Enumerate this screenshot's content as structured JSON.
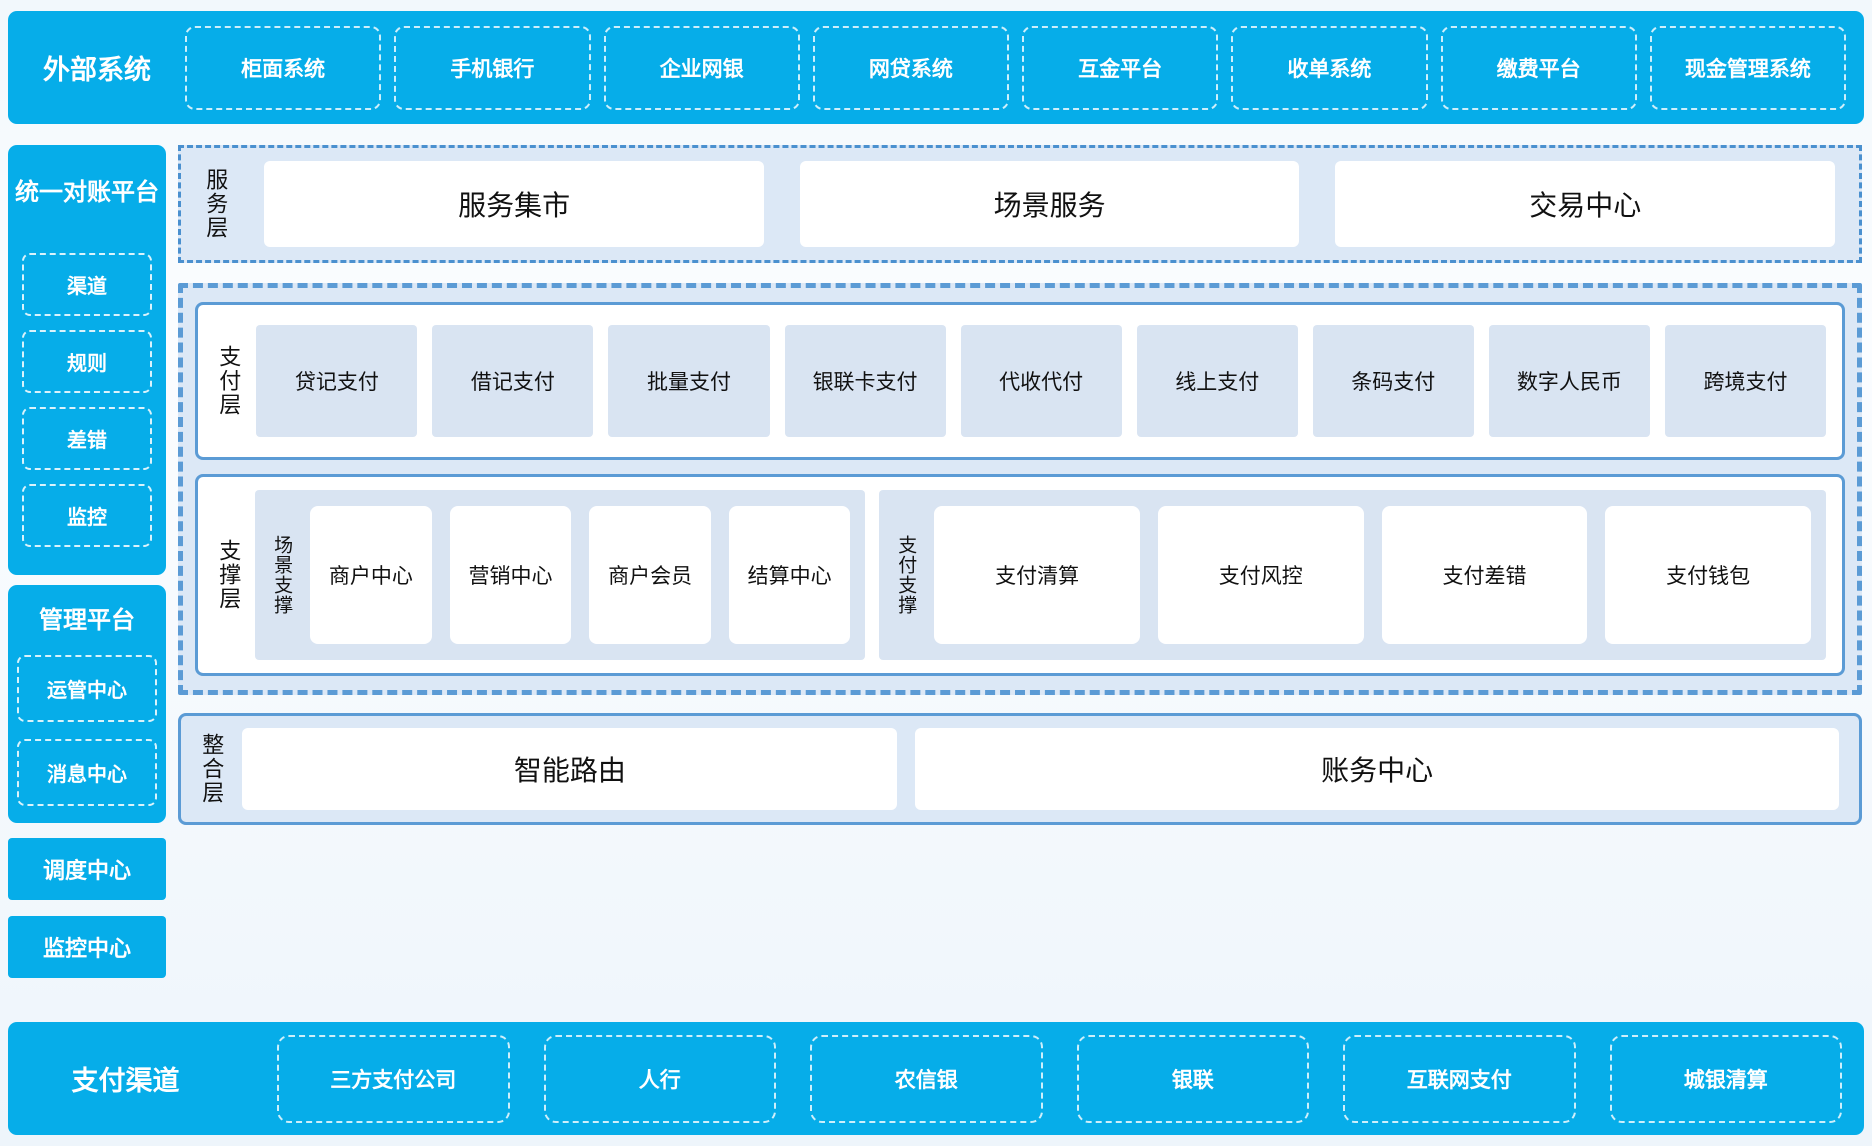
{
  "colors": {
    "accent_blue": "#06ade9",
    "border_blue": "#5b9bd5",
    "dashdot_blue": "#4a90cf",
    "layer_bg": "#dce8f6",
    "tile_bg": "#d9e4f2"
  },
  "external_systems": {
    "label": "外部系统",
    "items": [
      "柜面系统",
      "手机银行",
      "企业网银",
      "网贷系统",
      "互金平台",
      "收单系统",
      "缴费平台",
      "现金管理系统"
    ]
  },
  "sidebar": {
    "reconciliation": {
      "title": "统一对账平台",
      "items": [
        "渠道",
        "规则",
        "差错",
        "监控"
      ]
    },
    "management": {
      "title": "管理平台",
      "items": [
        "运管中心",
        "消息中心"
      ]
    },
    "scheduling_center": "调度中心",
    "monitoring_center": "监控中心"
  },
  "service_layer": {
    "label": "服务层",
    "items": [
      "服务集市",
      "场景服务",
      "交易中心"
    ]
  },
  "payment_layer": {
    "label": "支付层",
    "items": [
      "贷记支付",
      "借记支付",
      "批量支付",
      "银联卡支付",
      "代收代付",
      "线上支付",
      "条码支付",
      "数字人民币",
      "跨境支付"
    ]
  },
  "support_layer": {
    "label": "支撑层",
    "groups": [
      {
        "label": "场景支撑",
        "items": [
          "商户中心",
          "营销中心",
          "商户会员",
          "结算中心"
        ]
      },
      {
        "label": "支付支撑",
        "items": [
          "支付清算",
          "支付风控",
          "支付差错",
          "支付钱包"
        ]
      }
    ]
  },
  "integration_layer": {
    "label": "整合层",
    "items": [
      "智能路由",
      "账务中心"
    ]
  },
  "payment_channels": {
    "label": "支付渠道",
    "items": [
      "三方支付公司",
      "人行",
      "农信银",
      "银联",
      "互联网支付",
      "城银清算"
    ]
  }
}
